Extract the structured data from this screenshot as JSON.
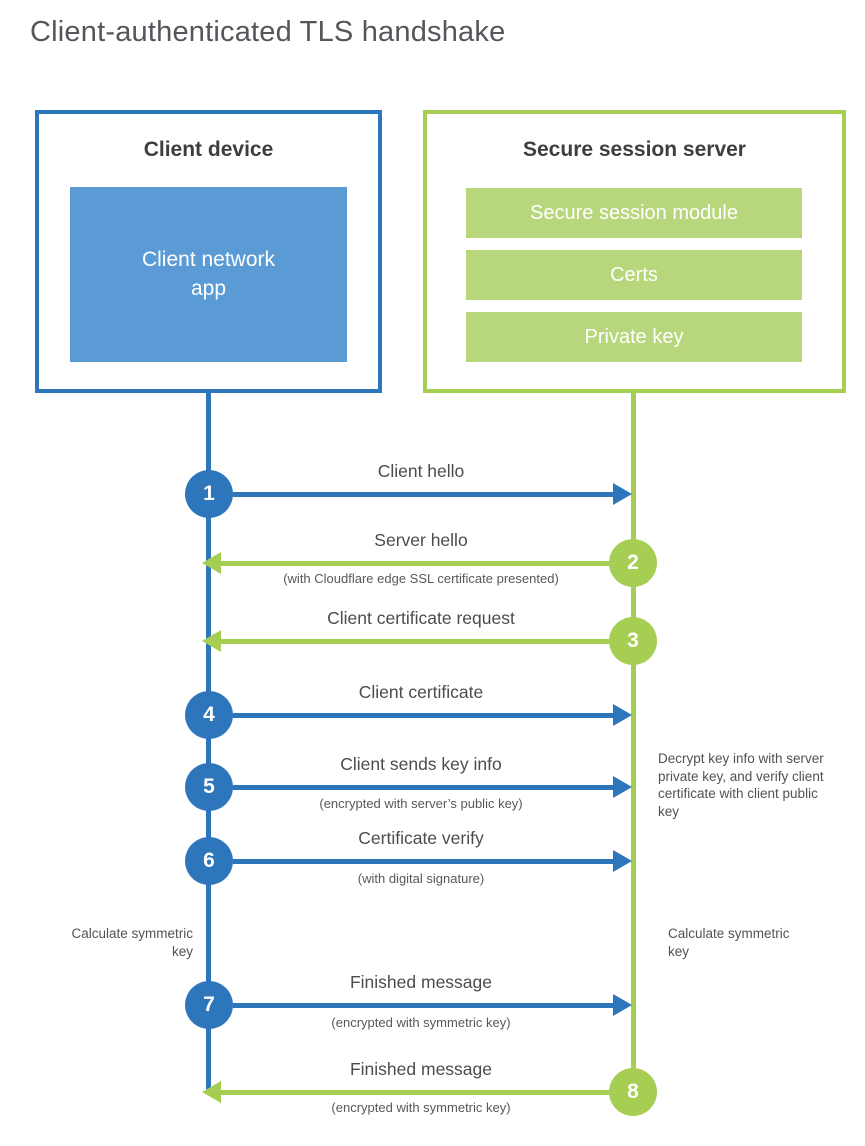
{
  "title": "Client-authenticated TLS handshake",
  "colors": {
    "blue": "#2e76bc",
    "light_blue": "#5b9bd5",
    "green": "#a5ce52",
    "light_green": "#b8d77c",
    "heading_text": "#3d3e40",
    "label_text": "#4b4c4e"
  },
  "client": {
    "title": "Client device",
    "component": "Client network app"
  },
  "server": {
    "title": "Secure session server",
    "modules": [
      "Secure session module",
      "Certs",
      "Private key"
    ]
  },
  "steps": [
    {
      "number": "1",
      "label": "Client hello",
      "sublabel": "",
      "direction": "right",
      "actor": "client"
    },
    {
      "number": "2",
      "label": "Server hello",
      "sublabel": "(with Cloudflare edge SSL certificate presented)",
      "direction": "left",
      "actor": "server"
    },
    {
      "number": "3",
      "label": "Client certificate request",
      "sublabel": "",
      "direction": "left",
      "actor": "server"
    },
    {
      "number": "4",
      "label": "Client certificate",
      "sublabel": "",
      "direction": "right",
      "actor": "client"
    },
    {
      "number": "5",
      "label": "Client sends key info",
      "sublabel": "(encrypted with server’s public key)",
      "direction": "right",
      "actor": "client"
    },
    {
      "number": "6",
      "label": "Certificate verify",
      "sublabel": "(with digital signature)",
      "direction": "right",
      "actor": "client"
    },
    {
      "number": "7",
      "label": "Finished message",
      "sublabel": "(encrypted with symmetric key)",
      "direction": "right",
      "actor": "client"
    },
    {
      "number": "8",
      "label": "Finished message",
      "sublabel": "(encrypted with symmetric key)",
      "direction": "left",
      "actor": "server"
    }
  ],
  "annotations": {
    "server_note": "Decrypt key info with server private key, and verify client certificate with client public key",
    "calculate_left": "Calculate symmetric key",
    "calculate_right": "Calculate symmetric key"
  }
}
